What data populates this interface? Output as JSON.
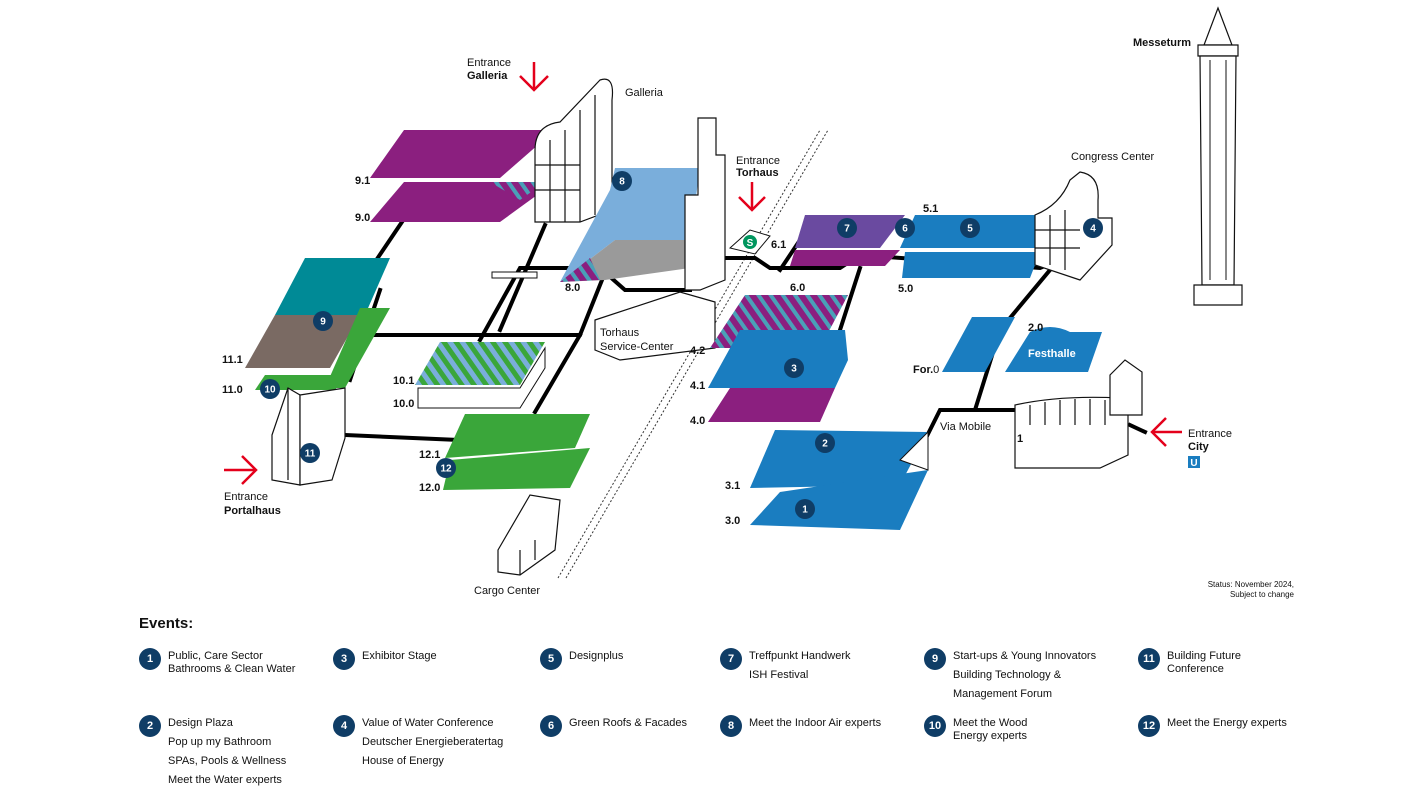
{
  "map": {
    "entrances": {
      "galleria": {
        "word": "Entrance",
        "name": "Galleria"
      },
      "torhaus": {
        "word": "Entrance",
        "name": "Torhaus"
      },
      "portalhaus": {
        "word": "Entrance",
        "name": "Portalhaus"
      },
      "city": {
        "word": "Entrance",
        "name": "City"
      }
    },
    "buildings": {
      "galleria": "Galleria",
      "messeturm": "Messeturm",
      "congress_center": "Congress Center",
      "torhaus_1": "Torhaus",
      "torhaus_2": "Service-Center",
      "festhalle": "Festhalle",
      "via_mobile": "Via Mobile",
      "cargo_center": "Cargo Center",
      "forum_prefix": "For.",
      "forum_level": "0",
      "ubahn": "U",
      "sbahn": "S"
    },
    "hall_levels": {
      "h9_1": "9.1",
      "h9_0": "9.0",
      "h8_0": "8.0",
      "h11_1": "11.1",
      "h11_0": "11.0",
      "h10_1": "10.1",
      "h10_0": "10.0",
      "h12_1": "12.1",
      "h12_0": "12.0",
      "h6_1": "6.1",
      "h6_0": "6.0",
      "h5_1": "5.1",
      "h5_0": "5.0",
      "h4_2": "4.2",
      "h4_1": "4.1",
      "h4_0": "4.0",
      "h3_1": "3.1",
      "h3_0": "3.0",
      "h2_0": "2.0",
      "h1": "1"
    },
    "markers": [
      "1",
      "2",
      "3",
      "4",
      "5",
      "6",
      "7",
      "8",
      "9",
      "10",
      "11",
      "12"
    ],
    "status_line1": "Status: November 2024,",
    "status_line2": "Subject to change",
    "colors": {
      "blue": "#1a7dc0",
      "light_blue": "#7aaedb",
      "purple": "#8b1f7f",
      "violet": "#6a4aa0",
      "green": "#3aa63a",
      "teal": "#008a96",
      "brown": "#7a6a63",
      "gray": "#9a9a9a",
      "marker": "#0f3d66",
      "arrow": "#e4001b",
      "walkway": "#000000"
    }
  },
  "events_title": "Events:",
  "events": [
    {
      "num": "1",
      "lines": [
        "Public, Care Sector",
        "Bathrooms & Clean Water"
      ],
      "extra": []
    },
    {
      "num": "3",
      "lines": [
        "Exhibitor Stage"
      ],
      "extra": []
    },
    {
      "num": "5",
      "lines": [
        "Designplus"
      ],
      "extra": []
    },
    {
      "num": "7",
      "lines": [
        "Treffpunkt Handwerk"
      ],
      "extra": [
        "ISH Festival"
      ]
    },
    {
      "num": "9",
      "lines": [
        "Start-ups & Young Innovators"
      ],
      "extra": [
        "Building Technology &",
        "Management Forum"
      ]
    },
    {
      "num": "11",
      "lines": [
        "Building Future",
        "Conference"
      ],
      "extra": []
    },
    {
      "num": "2",
      "lines": [
        "Design Plaza"
      ],
      "extra": [
        "Pop up my Bathroom",
        "SPAs, Pools & Wellness",
        "Meet the Water experts"
      ]
    },
    {
      "num": "4",
      "lines": [
        "Value of Water Conference"
      ],
      "extra": [
        "Deutscher Energieberatertag",
        "House of Energy"
      ]
    },
    {
      "num": "6",
      "lines": [
        "Green Roofs & Facades"
      ],
      "extra": []
    },
    {
      "num": "8",
      "lines": [
        "Meet the Indoor Air experts"
      ],
      "extra": []
    },
    {
      "num": "10",
      "lines": [
        "Meet the Wood",
        "Energy experts"
      ],
      "extra": []
    },
    {
      "num": "12",
      "lines": [
        "Meet the Energy experts"
      ],
      "extra": []
    }
  ]
}
